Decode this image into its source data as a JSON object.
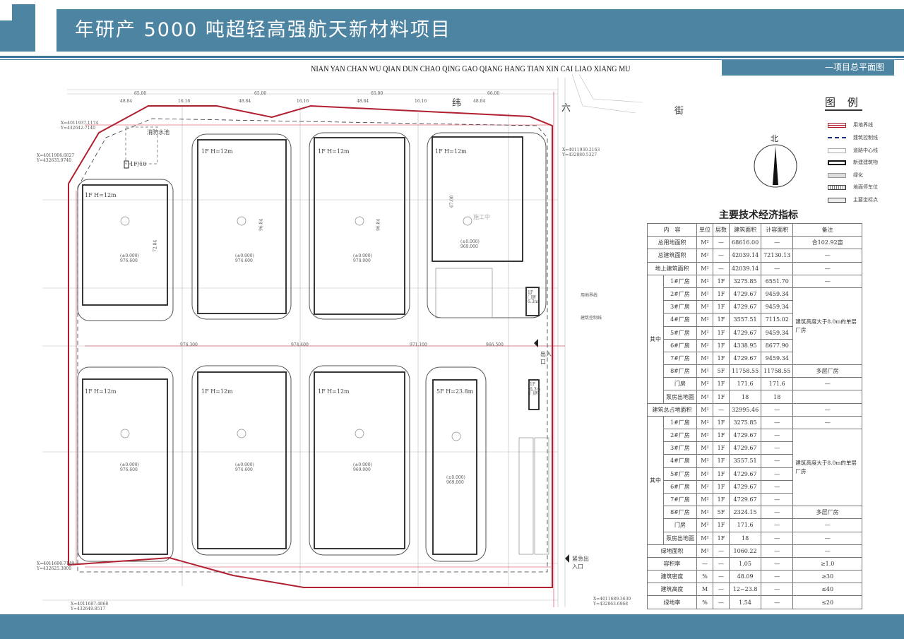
{
  "header": {
    "title": "年研产 5000 吨超轻高强航天新材料项目",
    "pinyin": "NIAN YAN CHAN WU QIAN DUN CHAO QING GAO QIANG HANG TIAN XIN CAI LIAO XIANG MU",
    "subtitle": "—项目总平面图"
  },
  "colors": {
    "brand": "#4d84a2",
    "boundary": "#b02030",
    "control_line": "#1f2f80"
  },
  "plan": {
    "street_wei": "纬",
    "street_liu": "六",
    "street_jie": "街",
    "fire_pool": "消防水池",
    "pump": "1F/10",
    "entrance": "出入口",
    "emergency_entrance": "紧急出入口",
    "gate1": "1F 门房 6.3m",
    "gate2": "1F 6.3m 门房",
    "land_boundary_note": "用地界线",
    "control_note": "建筑控制线",
    "b1": "1F H=12m",
    "b2": "1F H=12m",
    "b3": "1F H=12m",
    "b4": "1F H=12m",
    "b5": "1F H=12m",
    "b6": "1F H=12m",
    "b7": "1F H=12m",
    "b8": "5F H=23.8m",
    "e1": "(±0.000) 976.600",
    "e2": "(±0.000) 974.600",
    "e3": "(±0.000) 970.000",
    "e4": "(±0.000) 969.000",
    "e5": "(±0.000) 976.600",
    "e6": "(±0.000) 974.600",
    "e7": "(±0.000) 969.000",
    "e8": "(±0.000) 969.000",
    "dim_top1": "65.00",
    "dim_top2": "65.00",
    "dim_top3": "65.00",
    "dim_top4": "66.00",
    "w1": "48.84",
    "w2": "16.16",
    "w3": "48.84",
    "w4": "16.16",
    "w5": "48.84",
    "w6": "16.16",
    "w7": "48.84",
    "h1": "72.84",
    "h2": "96.84",
    "h3": "96.84",
    "h4": "67.08",
    "under_construction": "施工中",
    "coord1": "X=4011937.1174 Y=432642.7140",
    "coord2": "X=4011906.6827 Y=432635.9740",
    "coord3": "X=4011690.7149 Y=432625.3809",
    "coord4": "X=4011687.4868 Y=432649.8517",
    "coord5": "X=4011689.3630 Y=432863.6868",
    "coord6": "X=4011930.2163 Y=432880.5327",
    "lev1": "976.300",
    "lev2": "974.400",
    "lev3": "971.100",
    "lev4": "966.500"
  },
  "legend": {
    "title": "图 例",
    "north": "北",
    "items": [
      "用地界线",
      "建筑控制线",
      "道路中心线",
      "新建建筑物",
      "绿化",
      "地面停车位",
      "主要坐标点"
    ]
  },
  "table": {
    "title": "主要技术经济指标",
    "headers": [
      "内　容",
      "单位",
      "层数",
      "建筑面积",
      "计容面积",
      "备注"
    ],
    "group_label": "其中",
    "top": [
      [
        "总用地面积",
        "M²",
        "—",
        "68616.00",
        "—",
        "合102.92亩"
      ],
      [
        "总建筑面积",
        "M²",
        "—",
        "42039.14",
        "72130.13",
        "—"
      ],
      [
        "地上建筑面积",
        "M²",
        "—",
        "42039.14",
        "—",
        "—"
      ]
    ],
    "group1": [
      [
        "1#厂房",
        "M²",
        "1F",
        "3275.85",
        "6551.70",
        "—"
      ],
      [
        "2#厂房",
        "M²",
        "1F",
        "4729.67",
        "9459.34"
      ],
      [
        "3#厂房",
        "M²",
        "1F",
        "4729.67",
        "9459.34"
      ],
      [
        "4#厂房",
        "M²",
        "1F",
        "3557.51",
        "7115.02"
      ],
      [
        "5#厂房",
        "M²",
        "1F",
        "4729.67",
        "9459.34"
      ],
      [
        "6#厂房",
        "M²",
        "1F",
        "4338.95",
        "8677.90"
      ],
      [
        "7#厂房",
        "M²",
        "1F",
        "4729.67",
        "9459.34"
      ],
      [
        "8#厂房",
        "M²",
        "5F",
        "11758.55",
        "11758.55",
        "多层厂房"
      ],
      [
        "门房",
        "M²",
        "1F",
        "171.6",
        "171.6",
        "—"
      ],
      [
        "泵房出地面",
        "M²",
        "1F",
        "18",
        "18",
        ""
      ]
    ],
    "footprint": [
      "建筑总占地面积",
      "M²",
      "—",
      "32995.46",
      "—",
      "—"
    ],
    "group2": [
      [
        "1#厂房",
        "M²",
        "1F",
        "3275.85",
        "—",
        "—"
      ],
      [
        "2#厂房",
        "M²",
        "1F",
        "4729.67",
        "—"
      ],
      [
        "3#厂房",
        "M²",
        "1F",
        "4729.67",
        "—"
      ],
      [
        "4#厂房",
        "M²",
        "1F",
        "3557.51",
        "—"
      ],
      [
        "5#厂房",
        "M²",
        "1F",
        "4729.67",
        "—"
      ],
      [
        "6#厂房",
        "M²",
        "1F",
        "4729.67",
        "—"
      ],
      [
        "7#厂房",
        "M²",
        "1F",
        "4729.67",
        "—"
      ],
      [
        "8#厂房",
        "M²",
        "5F",
        "2324.15",
        "—",
        "多层厂房"
      ],
      [
        "门房",
        "M²",
        "1F",
        "171.6",
        "—",
        "—"
      ],
      [
        "泵房出地面",
        "M²",
        "1F",
        "18",
        "—",
        "—"
      ]
    ],
    "merged_note": "建筑高度大于8.0m的单层厂房",
    "bottom": [
      [
        "绿地面积",
        "M²",
        "—",
        "1060.22",
        "—",
        "—"
      ],
      [
        "容积率",
        "—",
        "—",
        "1.05",
        "—",
        "≥1.0"
      ],
      [
        "建筑密度",
        "%",
        "—",
        "48.09",
        "—",
        "≥30"
      ],
      [
        "建筑高度",
        "M",
        "—",
        "12~23.8",
        "—",
        "≤40"
      ],
      [
        "绿地率",
        "%",
        "—",
        "1.54",
        "—",
        "≤20"
      ]
    ]
  }
}
